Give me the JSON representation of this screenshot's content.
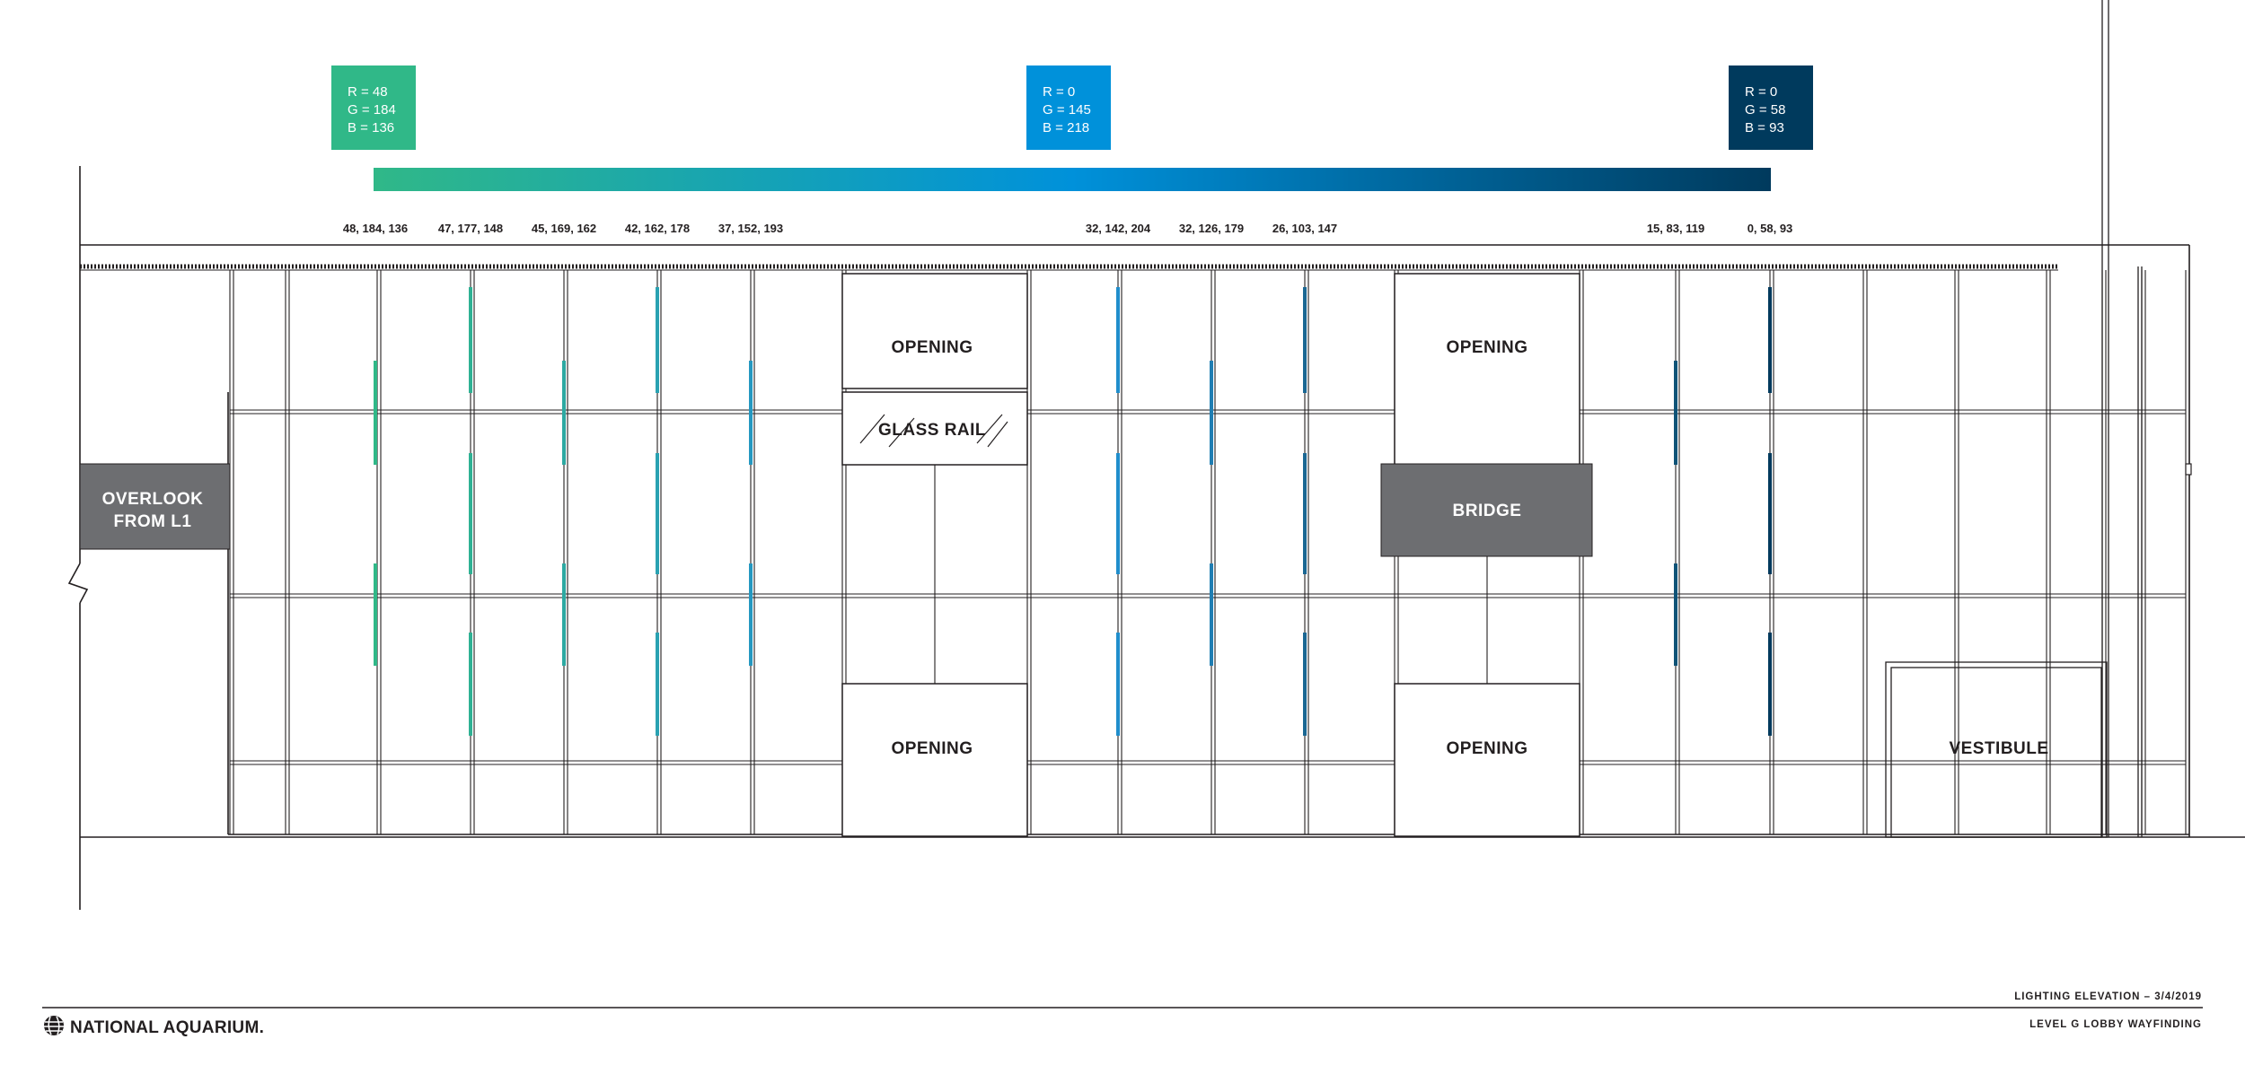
{
  "swatches": [
    {
      "lines": [
        "R = 48",
        "G = 184",
        "B = 136"
      ],
      "color": "#30b888"
    },
    {
      "lines": [
        "R = 0",
        "G = 145",
        "B = 218"
      ],
      "color": "#0091da"
    },
    {
      "lines": [
        "R = 0",
        "G = 58",
        "B = 93"
      ],
      "color": "#003a5d"
    }
  ],
  "gradient": {
    "colors": [
      "#30b888",
      "#0091da",
      "#003a5d"
    ]
  },
  "rgb_labels": [
    "48, 184, 136",
    "47, 177, 148",
    "45, 169, 162",
    "42, 162, 178",
    "37, 152, 193",
    "32, 142, 204",
    "32, 126, 179",
    "26, 103, 147",
    "15, 83, 119",
    "0, 58, 93"
  ],
  "fixture_colors": [
    "#30b888",
    "#2fb194",
    "#2da9a2",
    "#2aa2b2",
    "#2598c1",
    "#208ecc",
    "#207eb3",
    "#1a6793",
    "#0f5377",
    "#003a5d"
  ],
  "zones": {
    "opening_top_left": "OPENING",
    "glass_rail": "GLASS RAIL",
    "opening_bottom_left": "OPENING",
    "opening_top_right": "OPENING",
    "bridge": "BRIDGE",
    "opening_bottom_right": "OPENING",
    "overlook_line1": "OVERLOOK",
    "overlook_line2": "FROM L1",
    "vestibule": "VESTIBULE"
  },
  "footer": {
    "brand": "NATIONAL AQUARIUM.",
    "title": "LIGHTING ELEVATION – 3/4/2019",
    "subtitle": "LEVEL G LOBBY WAYFINDING"
  },
  "colors": {
    "label_box": "#6d6e71",
    "line": "#231f20"
  }
}
